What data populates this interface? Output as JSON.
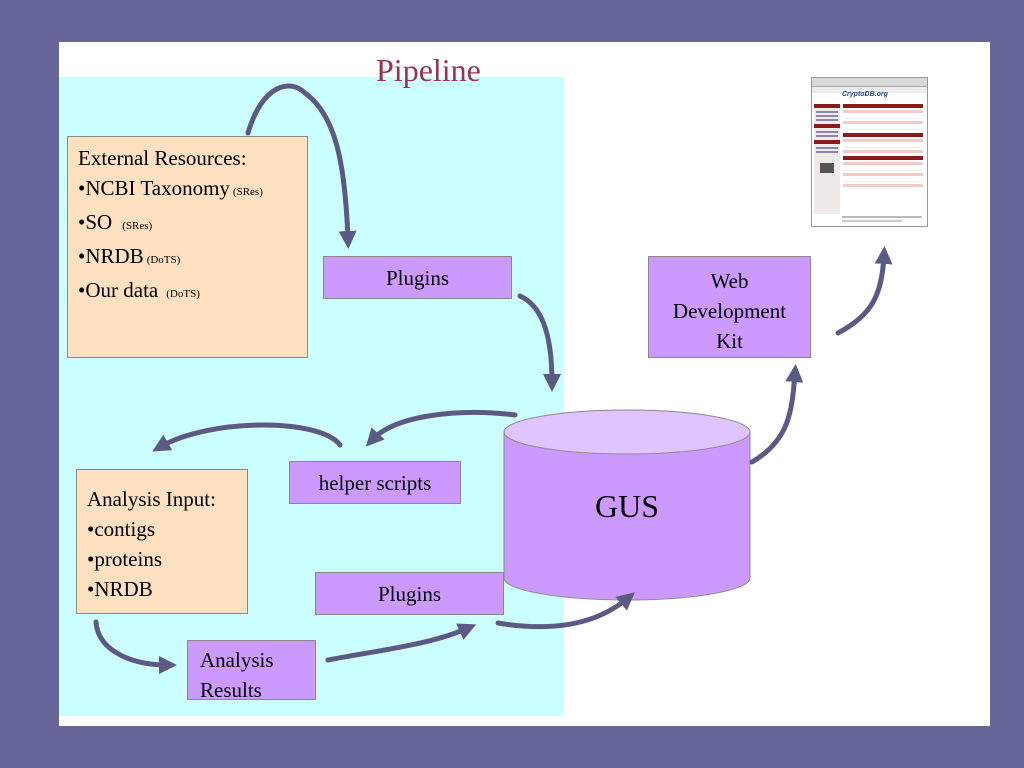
{
  "title": "Pipeline",
  "external_resources": {
    "heading": "External Resources:",
    "items": [
      {
        "name": "•NCBI Taxonomy",
        "tag": "(SRes)"
      },
      {
        "name": "•SO",
        "tag": "(SRes)"
      },
      {
        "name": "•NRDB",
        "tag": "(DoTS)"
      },
      {
        "name": "•Our data",
        "tag": "(DoTS)"
      }
    ]
  },
  "plugins_top": "Plugins",
  "web_dev_kit": [
    "Web",
    "Development",
    "Kit"
  ],
  "helper_scripts": "helper scripts",
  "gus": "GUS",
  "analysis_input": {
    "heading": "Analysis Input:",
    "items": [
      "•contigs",
      "•proteins",
      "•NRDB"
    ]
  },
  "plugins_bottom": "Plugins",
  "analysis_results": [
    "Analysis",
    "Results"
  ],
  "website_thumbnail": {
    "logo": "CryptoDB.org"
  },
  "colors": {
    "frame": "#666699",
    "pipeline_region": "#ccffff",
    "lilac_box": "#cc99ff",
    "peach_box": "#ffe0c0",
    "arrow": "#5c5a85",
    "title": "#993355"
  }
}
